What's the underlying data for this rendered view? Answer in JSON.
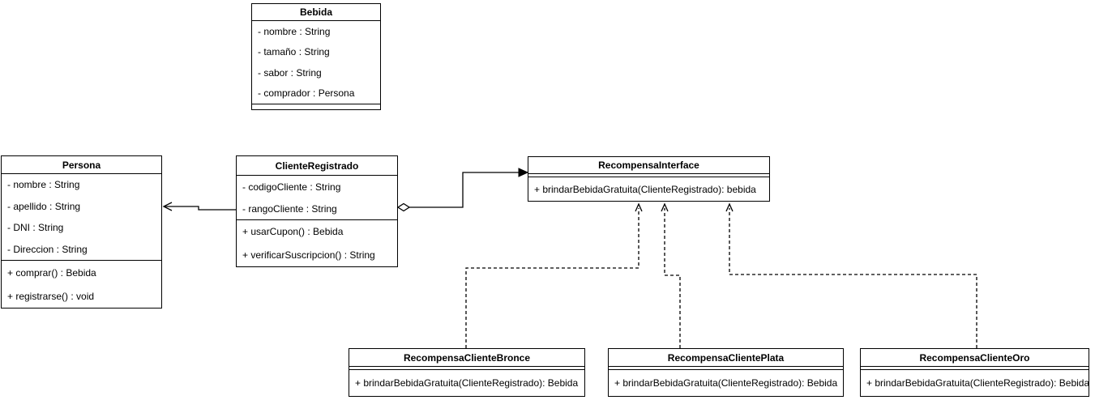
{
  "classes": {
    "bebida": {
      "name": "Bebida",
      "attributes": [
        "- nombre : String",
        "- tamaño : String",
        "- sabor : String",
        "- comprador : Persona"
      ],
      "methods": []
    },
    "persona": {
      "name": "Persona",
      "attributes": [
        "- nombre : String",
        "- apellido : String",
        "- DNI : String",
        "- Direccion : String"
      ],
      "methods": [
        "+ comprar() : Bebida",
        "+ registrarse() : void"
      ]
    },
    "cliente_registrado": {
      "name": "ClienteRegistrado",
      "attributes": [
        "- codigoCliente : String",
        "- rangoCliente : String"
      ],
      "methods": [
        "+ usarCupon() : Bebida",
        "+ verificarSuscripcion() : String"
      ]
    },
    "recompensa_interface": {
      "name": "RecompensaInterface",
      "attributes": [],
      "methods": [
        "+ brindarBebidaGratuita(ClienteRegistrado): bebida"
      ]
    },
    "recompensa_cliente_bronce": {
      "name": "RecompensaClienteBronce",
      "attributes": [],
      "methods": [
        "+ brindarBebidaGratuita(ClienteRegistrado): Bebida"
      ]
    },
    "recompensa_cliente_plata": {
      "name": "RecompensaClientePlata",
      "attributes": [],
      "methods": [
        "+ brindarBebidaGratuita(ClienteRegistrado): Bebida"
      ]
    },
    "recompensa_cliente_oro": {
      "name": "RecompensaClienteOro",
      "attributes": [],
      "methods": [
        "+ brindarBebidaGratuita(ClienteRegistrado): Bebida"
      ]
    }
  },
  "relationships": [
    {
      "type": "generalization",
      "from": "ClienteRegistrado",
      "to": "Persona",
      "line_style": "solid",
      "arrowhead": "open-thin"
    },
    {
      "type": "aggregation",
      "from": "ClienteRegistrado",
      "to": "RecompensaInterface",
      "line_style": "solid",
      "source_marker": "open-diamond",
      "arrowhead": "filled-arrow"
    },
    {
      "type": "realization",
      "from": "RecompensaClienteBronce",
      "to": "RecompensaInterface",
      "line_style": "dashed",
      "arrowhead": "open-thin"
    },
    {
      "type": "realization",
      "from": "RecompensaClientePlata",
      "to": "RecompensaInterface",
      "line_style": "dashed",
      "arrowhead": "open-thin"
    },
    {
      "type": "realization",
      "from": "RecompensaClienteOro",
      "to": "RecompensaInterface",
      "line_style": "dashed",
      "arrowhead": "open-thin"
    }
  ],
  "colors": {
    "background": "#ffffff",
    "box_fill": "#ffffff",
    "stroke": "#000000",
    "text": "#000000"
  }
}
